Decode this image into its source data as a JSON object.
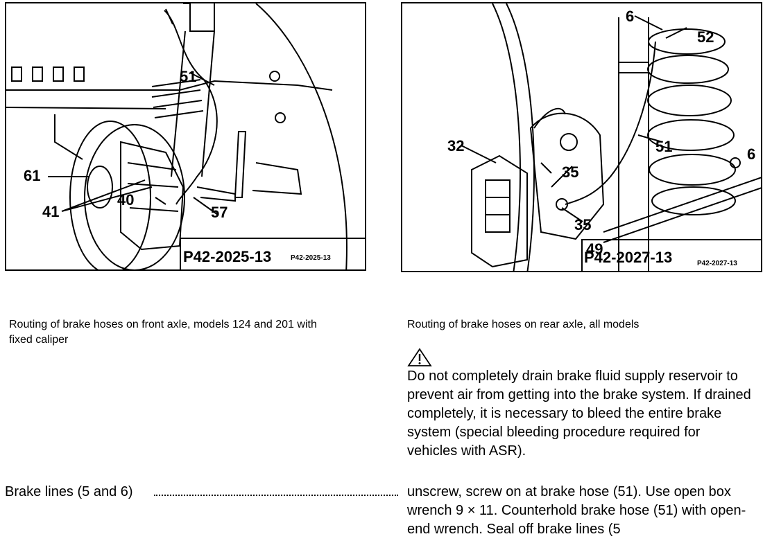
{
  "figures": {
    "front": {
      "callouts": {
        "c51": "51",
        "c61": "61",
        "c40": "40",
        "c41": "41",
        "c57": "57"
      },
      "code": "P42-2025-13",
      "code_small": "P42-2025-13"
    },
    "rear": {
      "callouts": {
        "c6a": "6",
        "c52": "52",
        "c32": "32",
        "c51": "51",
        "c6b": "6",
        "c35a": "35",
        "c35b": "35",
        "c49": "49"
      },
      "code": "P42-2027-13",
      "code_small": "P42-2027-13"
    }
  },
  "captions": {
    "front": "Routing of brake hoses on front axle, models 124 and 201 with fixed caliper",
    "rear": "Routing of brake hoses on rear axle, all models"
  },
  "warning": {
    "icon": "warning-triangle-icon",
    "text": "Do not completely drain brake fluid supply reservoir to prevent air from getting into the brake system. If drained completely, it is necessary to bleed the entire brake system (special bleeding procedure required for vehicles with ASR)."
  },
  "step": {
    "label": "Brake lines (5 and 6)",
    "instruction": "unscrew, screw on at brake hose (51). Use open box wrench 9 × 11. Counterhold brake hose (51) with open-end wrench. Seal off brake lines (5"
  }
}
